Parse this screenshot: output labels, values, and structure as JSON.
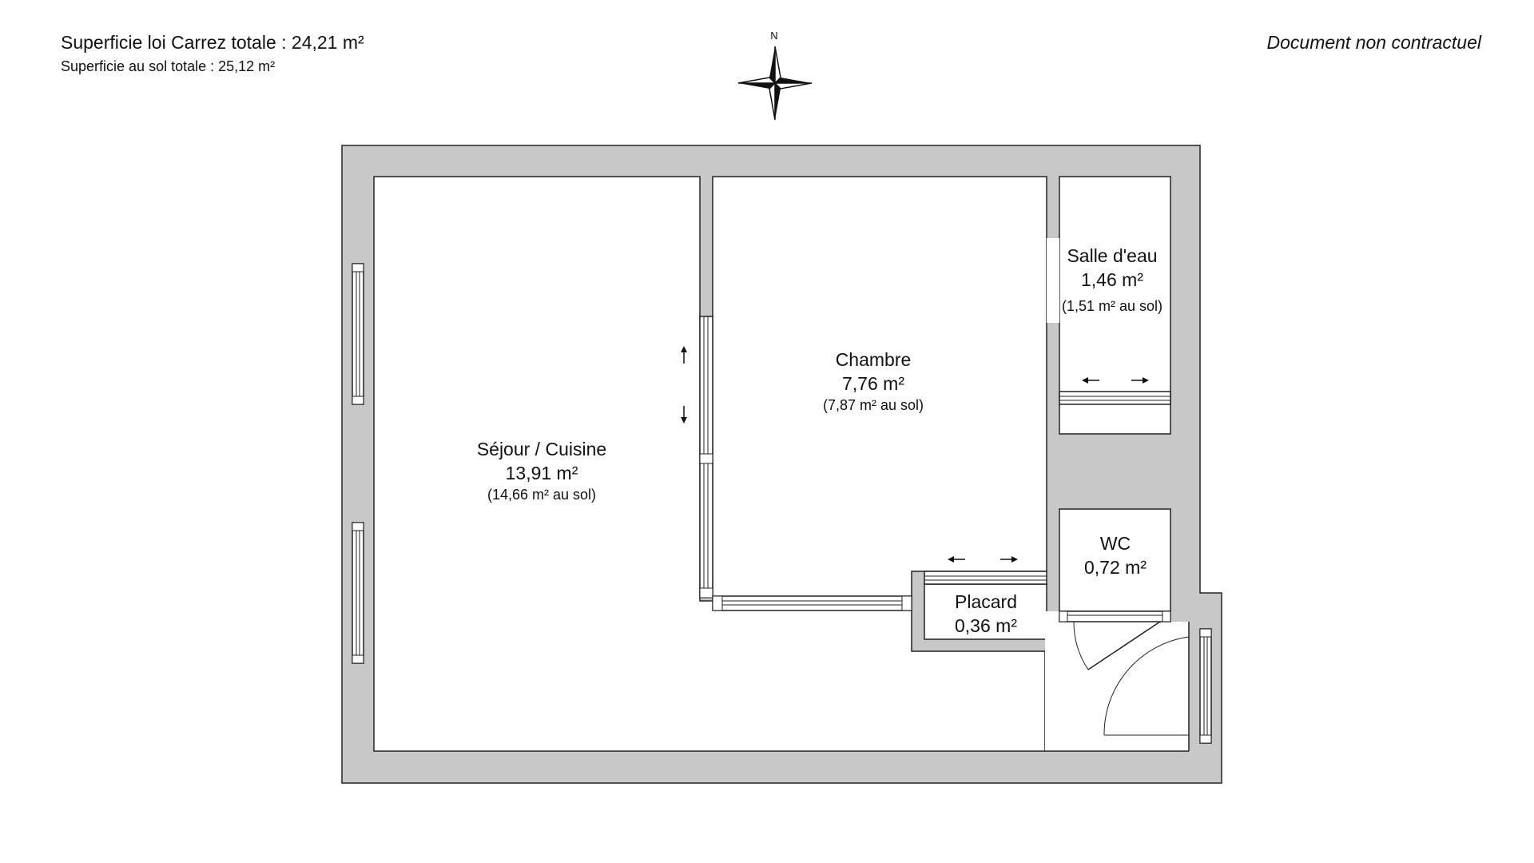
{
  "header": {
    "carrez_total": "Superficie loi Carrez totale :  24,21 m²",
    "floor_total": "Superficie au sol totale :  25,12 m²",
    "disclaimer": "Document non contractuel"
  },
  "compass": {
    "north_label": "N"
  },
  "rooms": {
    "sejour": {
      "name": "Séjour / Cuisine",
      "area": "13,91 m²",
      "floor": "(14,66 m² au sol)"
    },
    "chambre": {
      "name": "Chambre",
      "area": "7,76 m²",
      "floor": "(7,87 m² au sol)"
    },
    "salle_eau": {
      "name": "Salle d'eau",
      "area": "1,46 m²",
      "floor": "(1,51 m² au sol)"
    },
    "wc": {
      "name": "WC",
      "area": "0,72 m²"
    },
    "placard": {
      "name": "Placard",
      "area": "0,36 m²"
    }
  },
  "colors": {
    "wall": "#c8c8c8",
    "line": "#222222",
    "room": "#ffffff"
  }
}
